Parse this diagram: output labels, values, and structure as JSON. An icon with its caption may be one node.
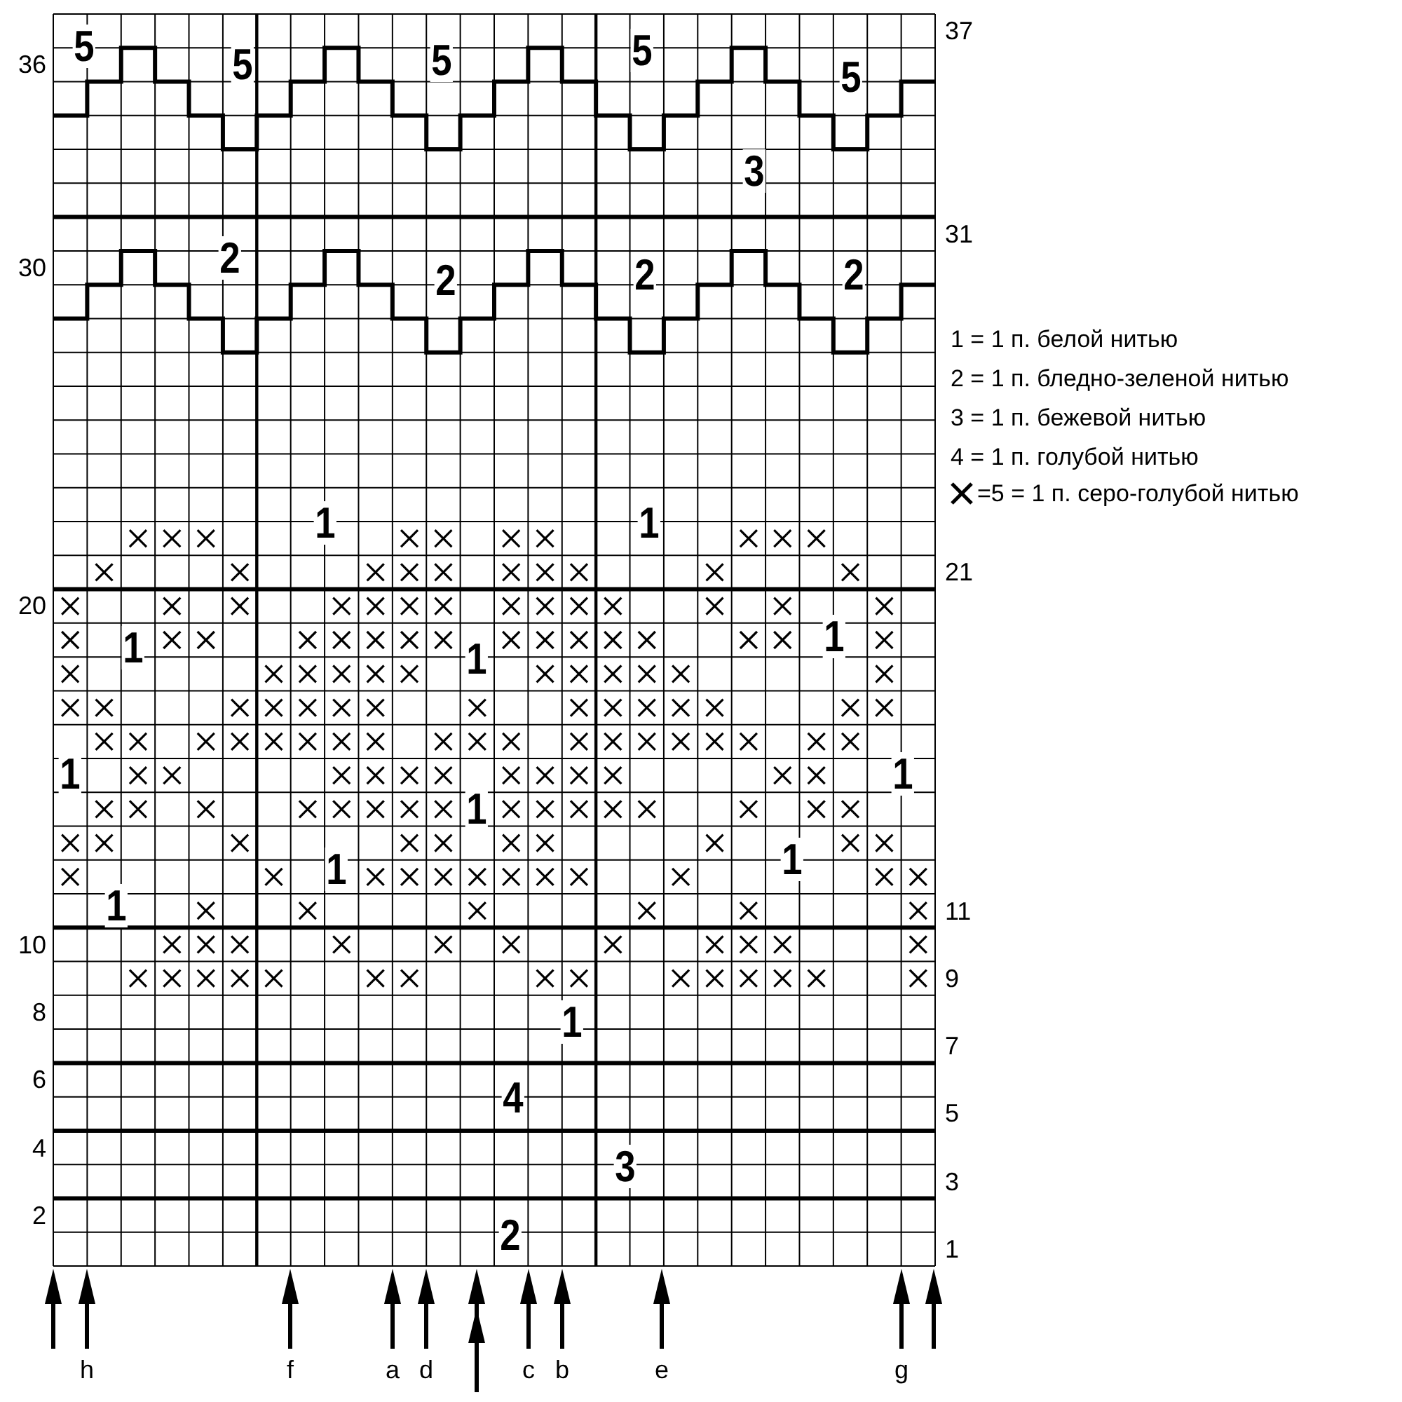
{
  "diagram": {
    "labels": [
      "5",
      "37",
      "36",
      "5",
      "5",
      "5",
      "5",
      "3",
      "31",
      "2",
      "30",
      "2",
      "2",
      "2",
      "1 = 1 п. белой нитью",
      "2 = 1 п. бледно-зеленой нитью",
      "3 = 1 п. бежевой нитью",
      "4 = 1 п. голубой нитью",
      "1",
      "1",
      "21",
      "20",
      "1",
      "1",
      "1",
      "1",
      "1",
      "1",
      "1",
      "1",
      "1",
      "11",
      "10",
      "9",
      "8",
      "1",
      "7",
      "6",
      "4",
      "5",
      "4",
      "3",
      "3",
      "2",
      "2",
      "1",
      "h",
      "f",
      "a",
      "d",
      "c",
      "b",
      "e",
      "g"
    ],
    "legend": [
      {
        "text": "=5 = 1 п. серо-голубой нитью"
      }
    ]
  }
}
